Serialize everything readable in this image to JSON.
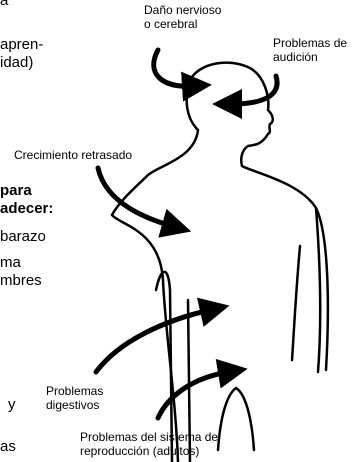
{
  "labels": {
    "nerve_damage": [
      "Daño nervioso",
      "o cerebral"
    ],
    "hearing": [
      "Problemas de",
      "audición"
    ],
    "growth": "Crecimiento retrasado",
    "digestive": [
      "Problemas",
      "digestivos"
    ],
    "reproductive": [
      "Problemas del sistema de",
      "reproducción (adultos)"
    ]
  },
  "left_fragments": {
    "line1": "a",
    "line2": "apren-",
    "line3": "idad)",
    "line4": "para",
    "line5": "adecer:",
    "line6": "barazo",
    "line7": "ma",
    "line8": "mbres",
    "line9": "y",
    "line10": "as"
  },
  "colors": {
    "ink": "#000000",
    "background": "#ffffff"
  }
}
